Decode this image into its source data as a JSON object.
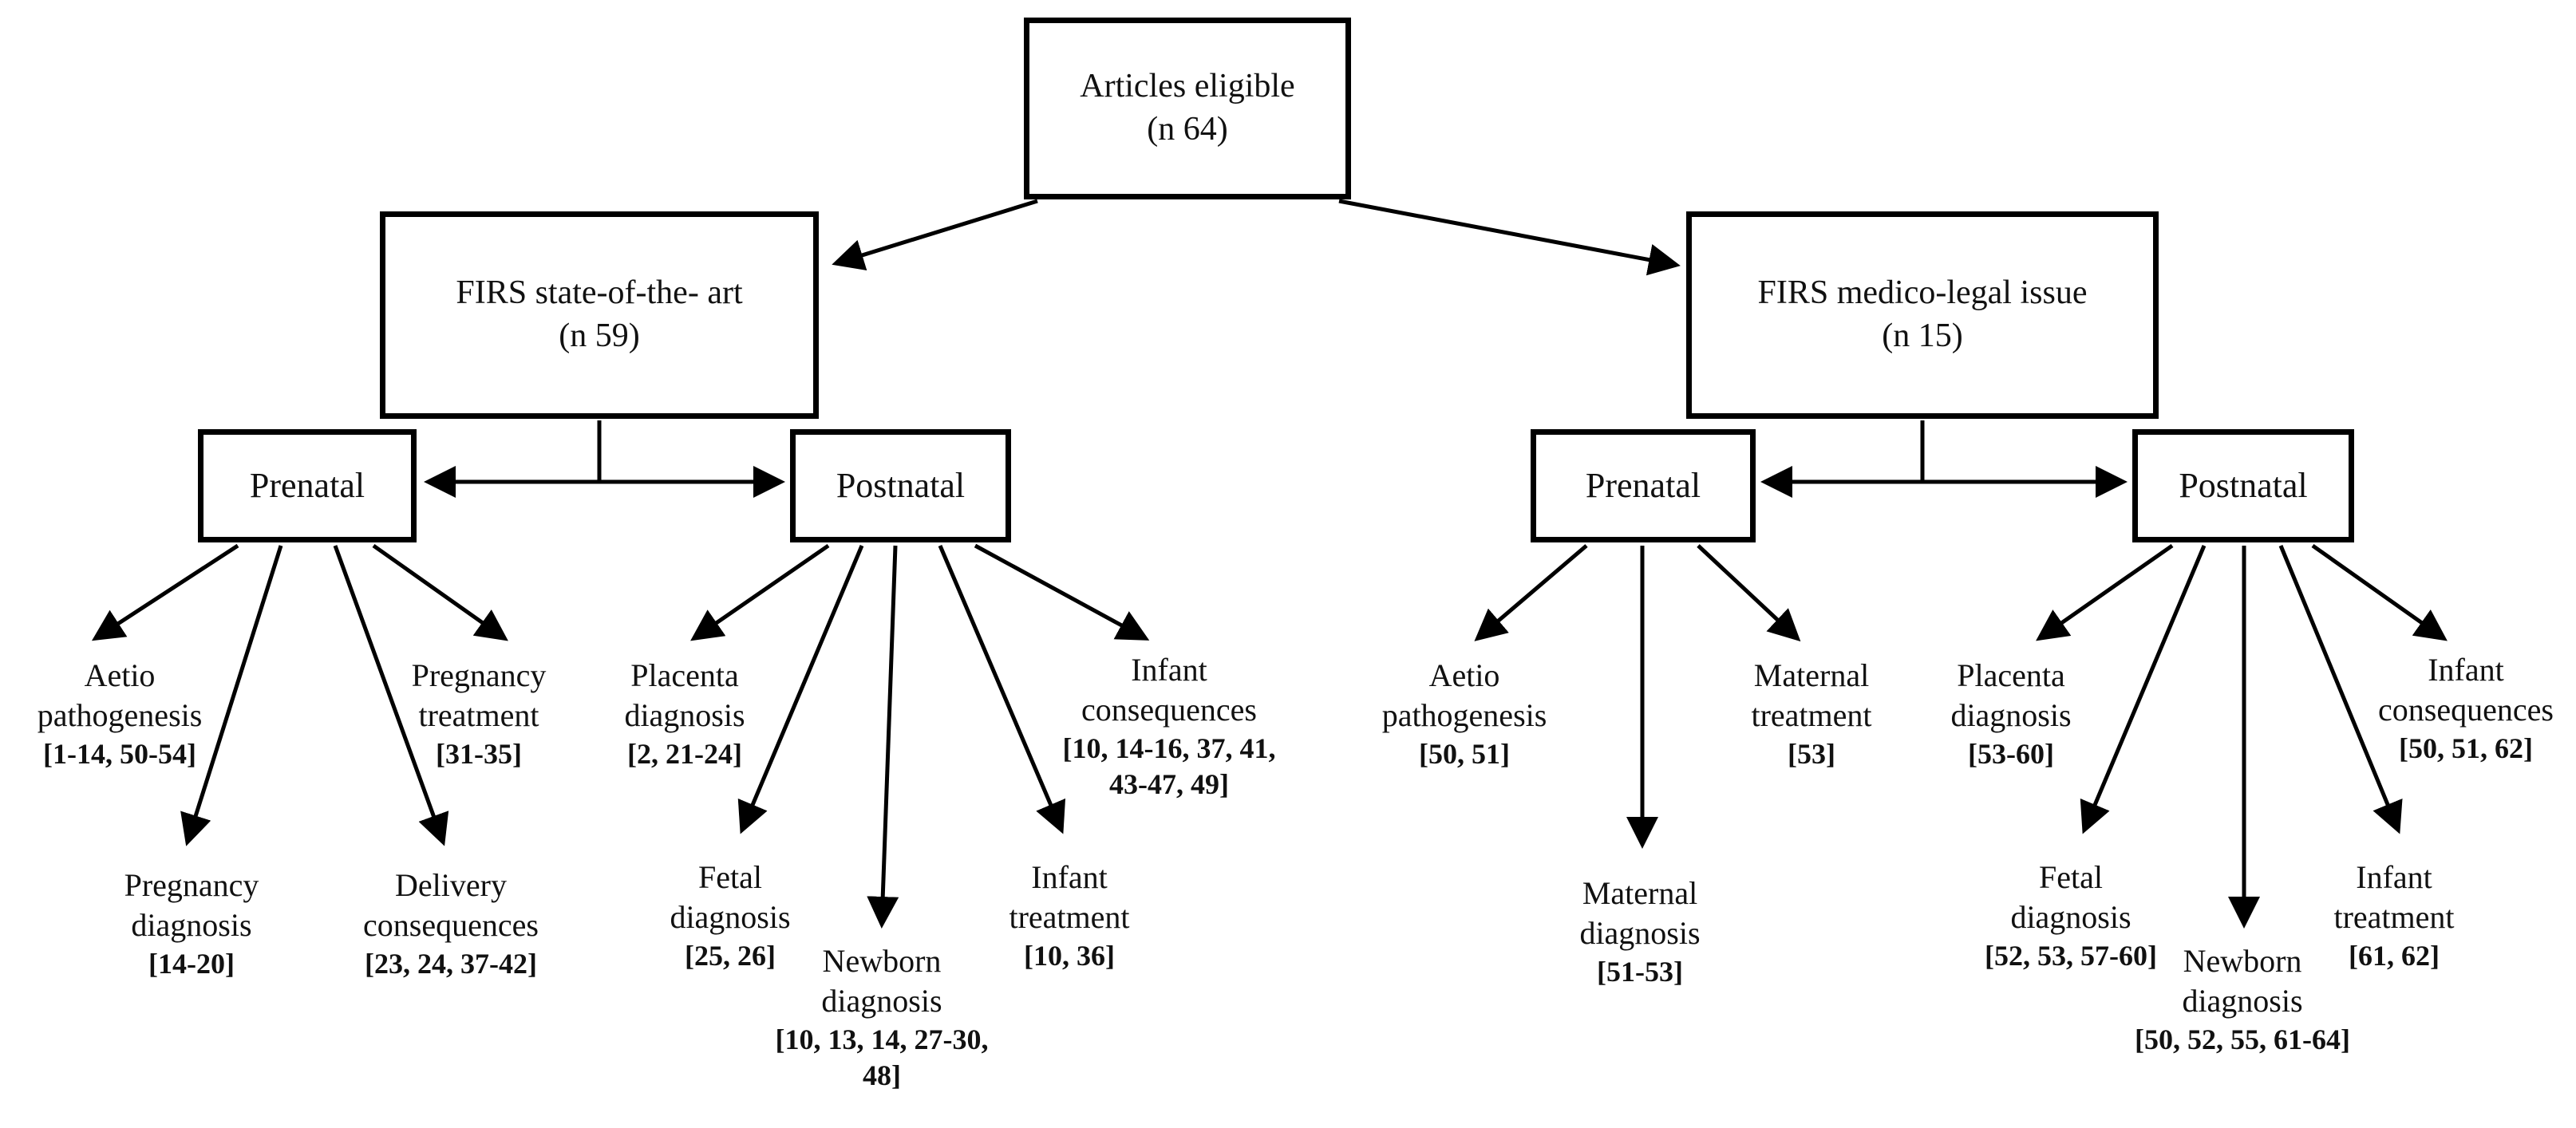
{
  "colors": {
    "line": "#000000",
    "text": "#111111",
    "background": "#ffffff"
  },
  "root": {
    "label": "Articles eligible",
    "count": "(n 64)"
  },
  "left_branch": {
    "label": "FIRS state-of-the- art",
    "count": "(n 59)",
    "prenatal": {
      "label": "Prenatal",
      "leaves": {
        "aetio_pathogenesis": {
          "name": "Aetio\npathogenesis",
          "refs": "[1-14, 50-54]"
        },
        "pregnancy_diagnosis": {
          "name": "Pregnancy\ndiagnosis",
          "refs": "[14-20]"
        },
        "delivery_consequences": {
          "name": "Delivery\nconsequences",
          "refs": "[23, 24, 37-42]"
        },
        "pregnancy_treatment": {
          "name": "Pregnancy\ntreatment",
          "refs": "[31-35]"
        }
      }
    },
    "postnatal": {
      "label": "Postnatal",
      "leaves": {
        "placenta_diagnosis": {
          "name": "Placenta\ndiagnosis",
          "refs": "[2, 21-24]"
        },
        "fetal_diagnosis": {
          "name": "Fetal\ndiagnosis",
          "refs": "[25, 26]"
        },
        "newborn_diagnosis": {
          "name": "Newborn\ndiagnosis",
          "refs": "[10, 13, 14, 27-30,\n48]"
        },
        "infant_treatment": {
          "name": "Infant\ntreatment",
          "refs": "[10, 36]"
        },
        "infant_consequences": {
          "name": "Infant\nconsequences",
          "refs": "[10, 14-16, 37, 41,\n43-47, 49]"
        }
      }
    }
  },
  "right_branch": {
    "label": "FIRS medico-legal issue",
    "count": "(n 15)",
    "prenatal": {
      "label": "Prenatal",
      "leaves": {
        "aetio_pathogenesis": {
          "name": "Aetio\npathogenesis",
          "refs": "[50, 51]"
        },
        "maternal_diagnosis": {
          "name": "Maternal\ndiagnosis",
          "refs": "[51-53]"
        },
        "maternal_treatment": {
          "name": "Maternal\ntreatment",
          "refs": "[53]"
        }
      }
    },
    "postnatal": {
      "label": "Postnatal",
      "leaves": {
        "placenta_diagnosis": {
          "name": "Placenta\ndiagnosis",
          "refs": "[53-60]"
        },
        "fetal_diagnosis": {
          "name": "Fetal\ndiagnosis",
          "refs": "[52, 53, 57-60]"
        },
        "newborn_diagnosis": {
          "name": "Newborn\ndiagnosis",
          "refs": "[50, 52, 55, 61-64]"
        },
        "infant_treatment": {
          "name": "Infant\ntreatment",
          "refs": "[61, 62]"
        },
        "infant_consequences": {
          "name": "Infant\nconsequences",
          "refs": "[50, 51, 62]"
        }
      }
    }
  }
}
